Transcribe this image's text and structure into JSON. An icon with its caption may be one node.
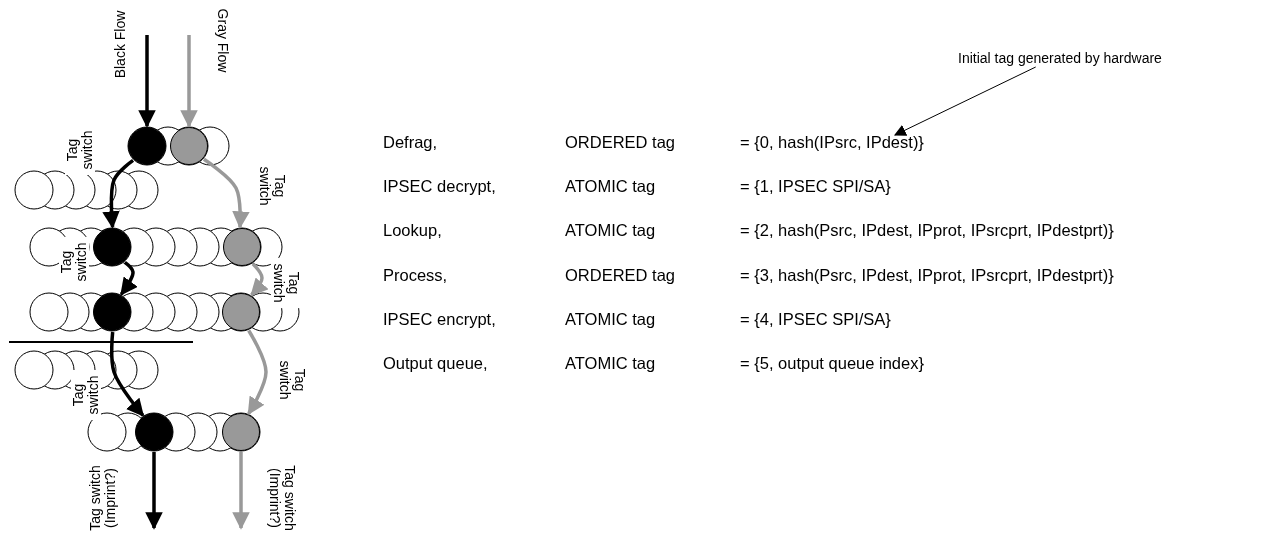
{
  "diagram": {
    "nodes": [
      {
        "text": [],
        "shape": "circle"
      },
      {
        "text": [],
        "shape": "circle"
      },
      {
        "text": [],
        "shape": "circle"
      },
      {
        "text": [],
        "shape": "circle"
      },
      {
        "text": [],
        "shape": "circle"
      },
      {
        "text": [],
        "shape": "circle"
      },
      {
        "text": [],
        "shape": "circle"
      },
      {
        "text": [],
        "shape": "circle"
      },
      {
        "text": [
          "Initial tag generated by hardware"
        ]
      },
      {
        "text": [
          "= {0, hash(IPsrc, IPdest)}"
        ]
      }
    ],
    "edges": [
      {
        "from": null,
        "to": 0,
        "arrow": "to",
        "label": "Black Flow"
      },
      {
        "from": null,
        "to": 1,
        "arrow": "to",
        "label": "Gray Flow",
        "color": "#999999"
      },
      {
        "from": 0,
        "to": 2,
        "arrow": "to",
        "label": "Tag switch"
      },
      {
        "from": 1,
        "to": 3,
        "arrow": "to",
        "label": "Tag switch",
        "color": "#999999"
      },
      {
        "from": 2,
        "to": 4,
        "arrow": "to",
        "label": "Tag switch"
      },
      {
        "from": 3,
        "to": 5,
        "arrow": "to",
        "label": "Tag switch",
        "color": "#999999"
      },
      {
        "from": 4,
        "to": 6,
        "arrow": "to",
        "label": "Tag switch"
      },
      {
        "from": 5,
        "to": 7,
        "arrow": "to",
        "label": "Tag switch",
        "color": "#999999"
      },
      {
        "from": 6,
        "to": null,
        "arrow": "to",
        "label": "Tag switch (Imprint?)"
      },
      {
        "from": 7,
        "to": null,
        "arrow": "to",
        "label": "Tag switch (Imprint?)",
        "color": "#999999"
      },
      {
        "from": 8,
        "to": 9,
        "arrow": "to"
      }
    ],
    "labels": [
      "Defrag,",
      "ORDERED tag",
      "IPSEC decrypt,",
      "ATOMIC tag",
      "= {1, IPSEC SPI/SA}",
      "Lookup,",
      "ATOMIC tag",
      "= {2, hash(Psrc, IPdest, IPprot, IPsrcprt, IPdestprt)}",
      "Process,",
      "ORDERED tag",
      "= {3, hash(Psrc, IPdest, IPprot, IPsrcprt, IPdestprt)}",
      "IPSEC encrypt,",
      "ATOMIC tag",
      "= {4, IPSEC SPI/SA}",
      "Output queue,",
      "ATOMIC tag",
      "= {5, output queue index}"
    ]
  }
}
